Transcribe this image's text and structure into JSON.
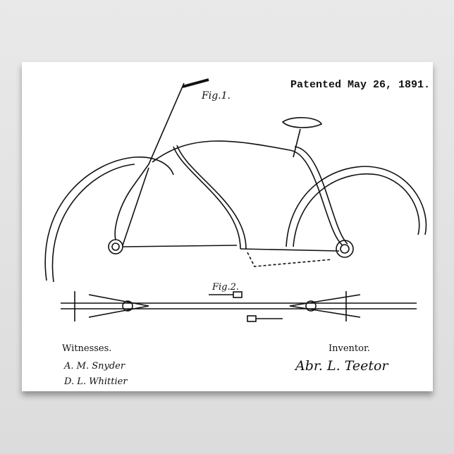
{
  "header": {
    "patented": "Patented May 26, 1891."
  },
  "figures": {
    "fig1": "Fig.1.",
    "fig2": "Fig.2."
  },
  "footer": {
    "witnesses_label": "Witnesses.",
    "witness_signatures": [
      "A. M. Snyder",
      "D. L. Whittier"
    ],
    "inventor_label": "Inventor.",
    "inventor_signature": "Abr. L. Teetor"
  },
  "colors": {
    "ink": "#111111",
    "paper": "#ffffff",
    "background": "#e3e3e3"
  }
}
